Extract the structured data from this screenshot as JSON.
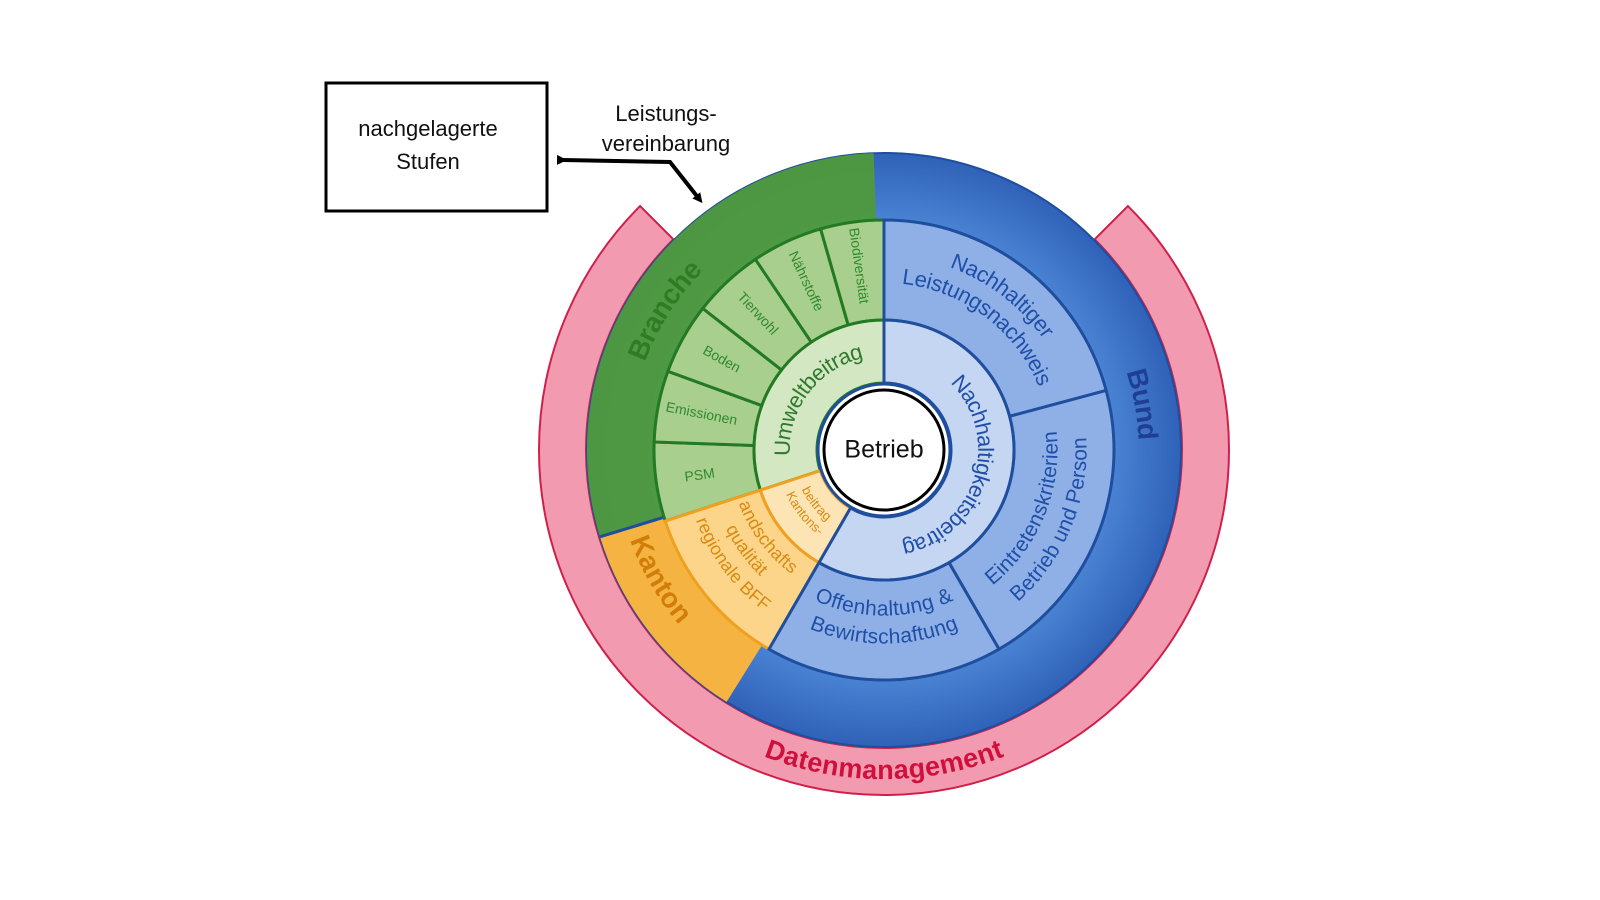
{
  "box": {
    "line1": "nachgelagerte",
    "line2": "Stufen"
  },
  "agreement": {
    "line1": "Leistungs-",
    "line2": "vereinbarung"
  },
  "center": "Betrieb",
  "outer_band": {
    "branche": "Branche",
    "bund": "Bund",
    "kanton": "Kanton"
  },
  "ring_label": "Datenmanagement",
  "middle": {
    "umwelt": "Umweltbeitrag",
    "nachhaltigkeit": "Nachhaltigkeitsbeitrag",
    "kanton_line1": "Kantons-",
    "kanton_line2": "beitrag"
  },
  "green_sectors": [
    "PSM",
    "Emissionen",
    "Boden",
    "Tierwohl",
    "Nährstoffe",
    "Biodiversität"
  ],
  "orange_sector": {
    "line1": "Landschafts-",
    "line2": "qualität",
    "line3": "regionale BFF"
  },
  "blue_sectors": {
    "nachweis_line1": "Nachhaltiger",
    "nachweis_line2": "Leistungsnachweis",
    "eintreten_line1": "Eintretenskriterien",
    "eintreten_line2": "Betrieb und Person",
    "offen_line1": "Offenhaltung &",
    "offen_line2": "Bewirtschaftung"
  },
  "colors": {
    "blue": "#3f74c6",
    "blue_dark": "#1f4e9e",
    "blue_sector": "#8fb0e6",
    "blue_light": "#c4d6f2",
    "green_band": "#4f9a3c",
    "green_sector": "#a9cf8f",
    "green_light": "#d3e8c2",
    "green_text": "#2f8a2f",
    "orange_band": "#f5b441",
    "orange_sector": "#fcd58a",
    "orange_light": "#fde4b4",
    "orange_text": "#d98a10",
    "pink": "#f29bb0",
    "pink_border": "#d0204a",
    "red_text": "#d0103c"
  }
}
